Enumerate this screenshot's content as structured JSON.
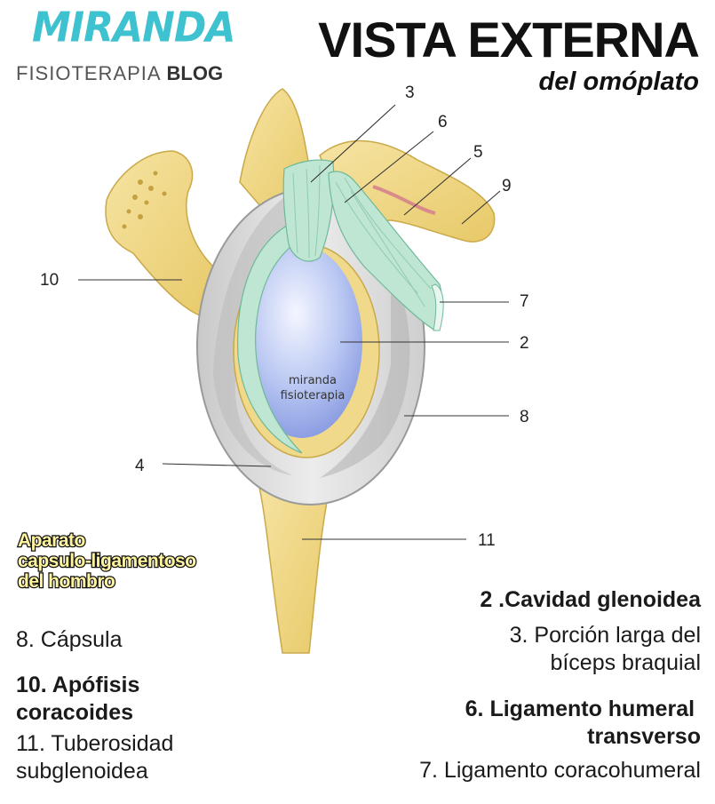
{
  "logo": {
    "main": "MIRANDA",
    "sub_light": "FISIOTERAPIA",
    "sub_bold": "BLOG"
  },
  "header": {
    "title": "VISTA EXTERNA",
    "subtitle": "del omóplato"
  },
  "diagram": {
    "watermark": [
      "miranda",
      "fisioterapia"
    ],
    "labels": [
      "3",
      "6",
      "5",
      "9",
      "10",
      "7",
      "2",
      "8",
      "4",
      "11"
    ]
  },
  "callout": {
    "lines": [
      "Aparato",
      "capsulo-ligamentoso",
      "del hombro"
    ]
  },
  "legend": {
    "left": [
      {
        "text": "8. Cápsula"
      },
      {
        "text_lines": [
          "10. Apófisis",
          "coracoides"
        ]
      },
      {
        "text_lines": [
          "11. Tuberosidad",
          "subglenoidea"
        ]
      }
    ],
    "right": [
      {
        "text": "2 .Cavidad glenoidea"
      },
      {
        "text_lines": [
          "3. Porción larga del",
          "bíceps braquial"
        ]
      },
      {
        "text_lines": [
          "6. Ligamento humeral ",
          "transverso"
        ]
      },
      {
        "text": "7. Ligamento coracohumeral"
      }
    ]
  },
  "colors": {
    "bone": "#f0d98a",
    "bone_edge": "#c9a94a",
    "capsule": "#dcdcdc",
    "ligament": "#bfe6d2",
    "glenoid": "#9fb3ec",
    "accent": "#3fc2cf",
    "callout_fill": "#fff5a0"
  }
}
